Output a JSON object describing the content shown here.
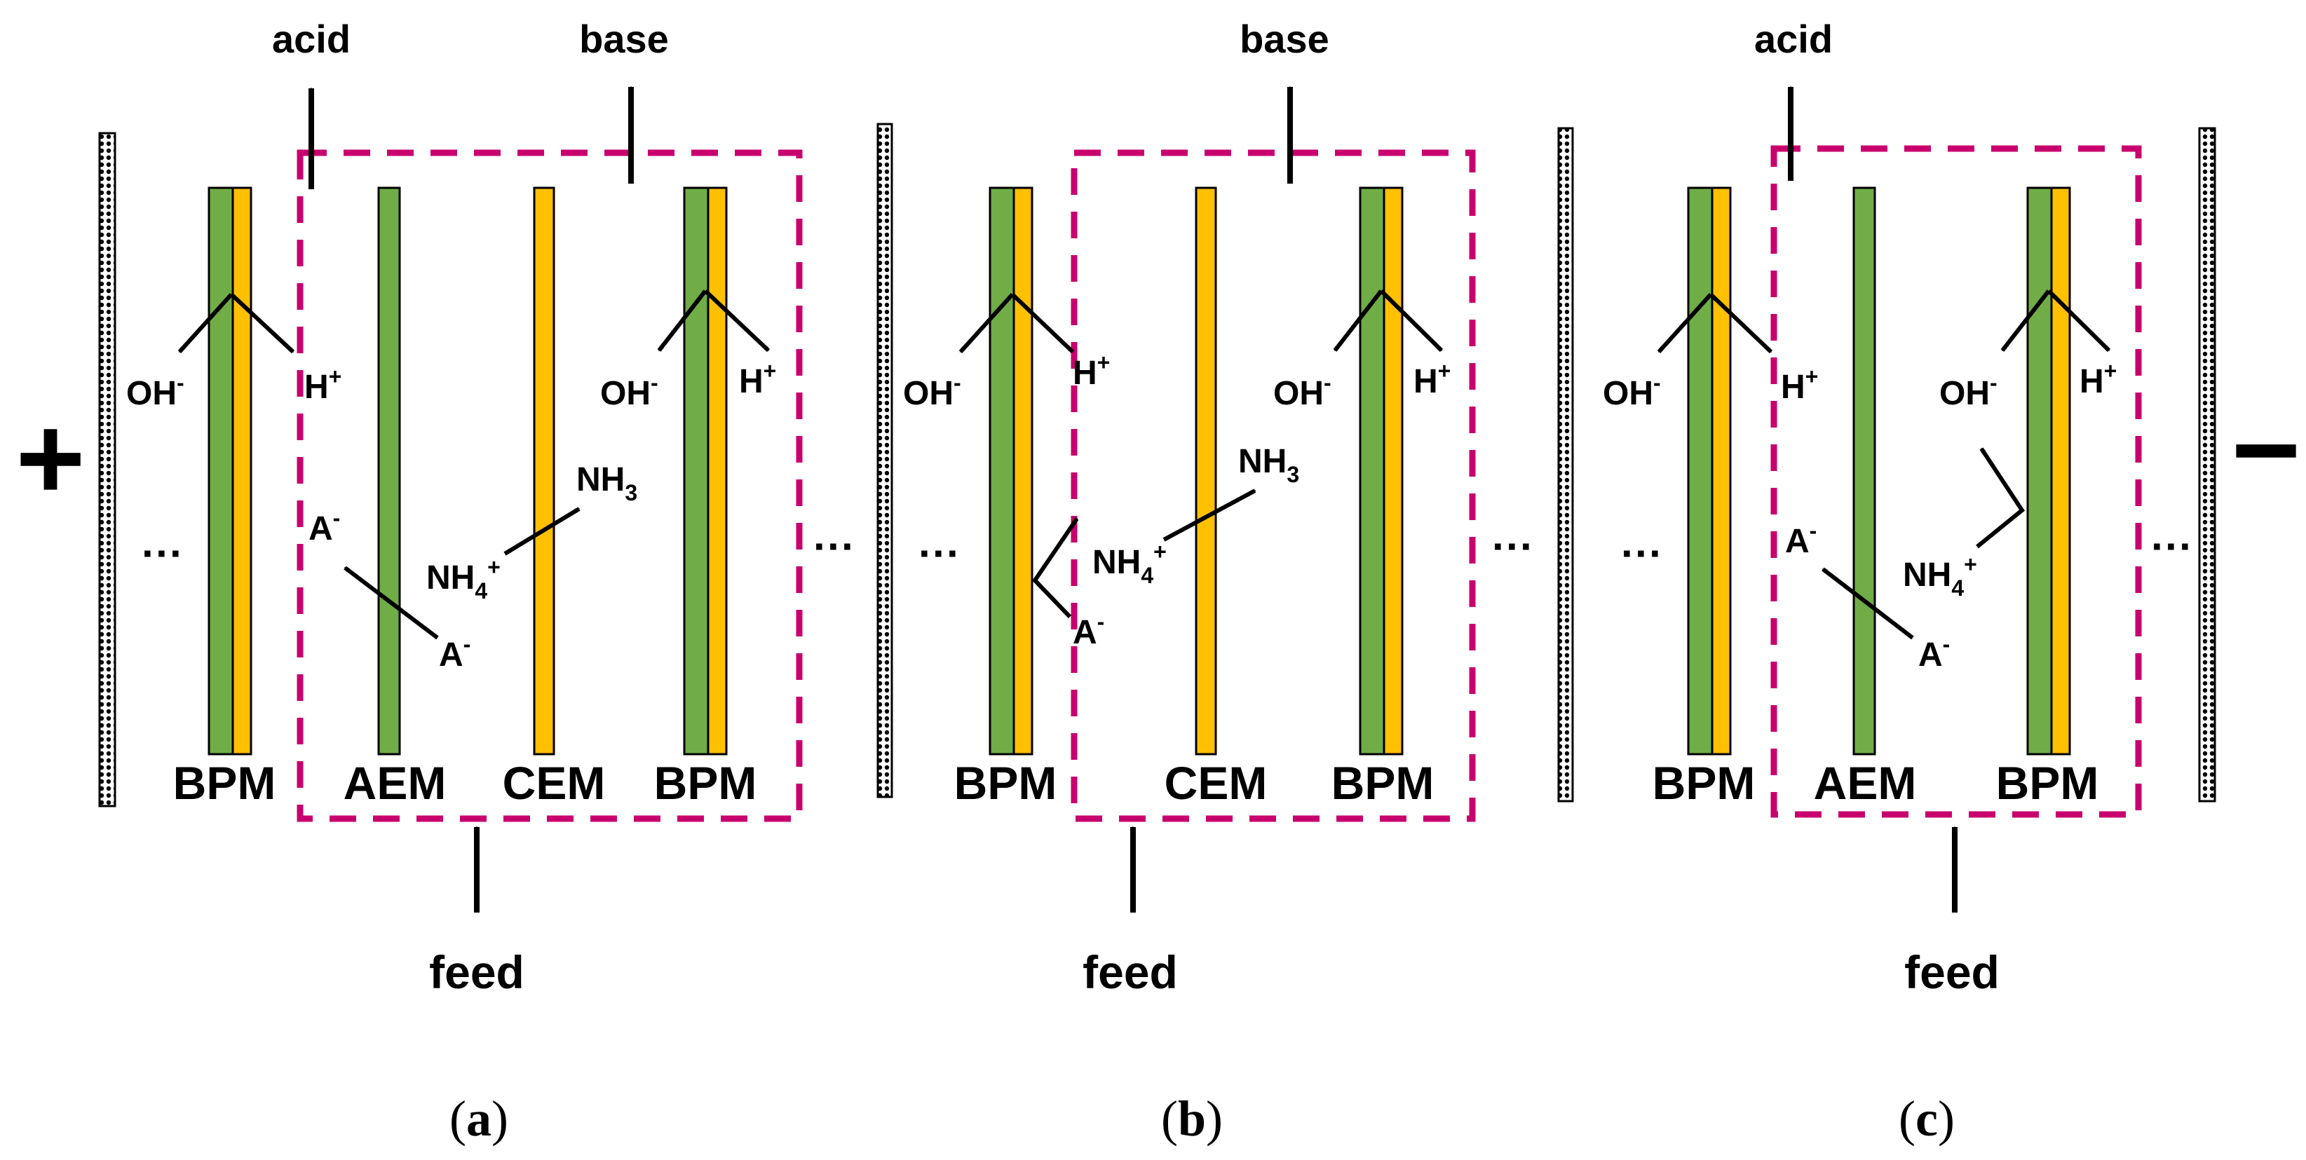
{
  "colors": {
    "aem": "#70ad47",
    "cem": "#ffc000",
    "box": "#c8006e",
    "arrow": "#000000"
  },
  "terminals": {
    "anode": "+",
    "cathode": "−"
  },
  "ellipsis": "···",
  "ion_labels": {
    "oh": "OH",
    "h": "H",
    "a": "A",
    "nh3": "NH",
    "nh4": "NH",
    "minus": "-",
    "plus": "+",
    "sub3": "3",
    "sub4": "4"
  },
  "panels": [
    {
      "id": "a",
      "caption": {
        "open": "(",
        "letter": "a",
        "close": ")"
      },
      "streams": {
        "acid": "acid",
        "base": "base",
        "feed": "feed"
      },
      "membranes": [
        "BPM",
        "AEM",
        "CEM",
        "BPM"
      ]
    },
    {
      "id": "b",
      "caption": {
        "open": "(",
        "letter": "b",
        "close": ")"
      },
      "streams": {
        "base": "base",
        "feed": "feed"
      },
      "membranes": [
        "BPM",
        "CEM",
        "BPM"
      ]
    },
    {
      "id": "c",
      "caption": {
        "open": "(",
        "letter": "c",
        "close": ")"
      },
      "streams": {
        "acid": "acid",
        "feed": "feed"
      },
      "membranes": [
        "BPM",
        "AEM",
        "BPM"
      ]
    }
  ]
}
